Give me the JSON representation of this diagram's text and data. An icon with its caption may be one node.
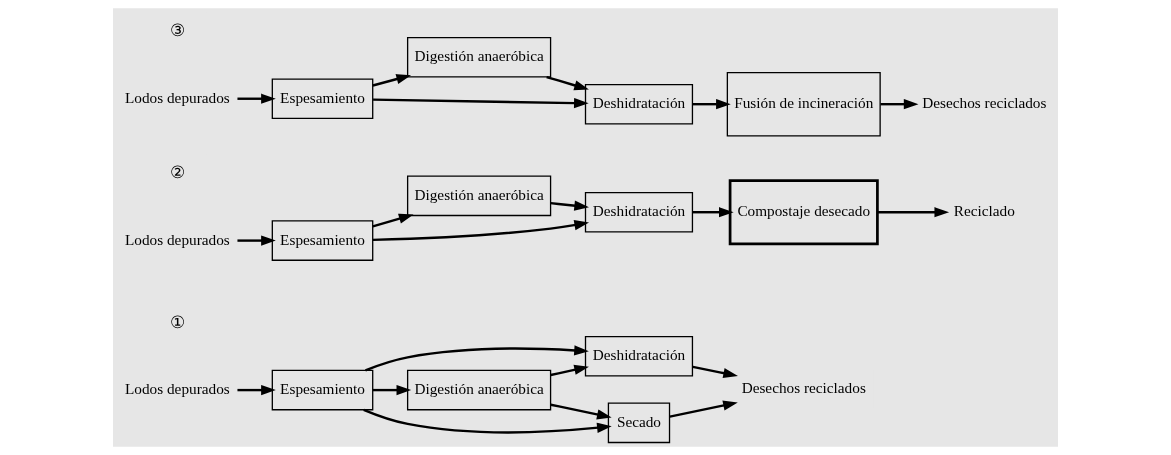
{
  "diagram": {
    "nodes": [
      {
        "text": [
          "Lodos depurados"
        ],
        "beside": [
          "①"
        ]
      },
      {
        "text": [
          "Espesamiento"
        ]
      },
      {
        "text": [
          "Digestión anaeróbica"
        ]
      },
      {
        "text": [
          "Deshidratación"
        ]
      },
      {
        "text": [
          "Secado"
        ]
      },
      {
        "text": [
          "Desechos reciclados"
        ]
      },
      {
        "text": [
          "Lodos depurados"
        ],
        "beside": [
          "②"
        ]
      },
      {
        "text": [
          "Espesamiento"
        ]
      },
      {
        "text": [
          "Digestión anaeróbica"
        ]
      },
      {
        "text": [
          "Deshidratación"
        ]
      },
      {
        "text": [
          "Compostaje desecado"
        ]
      },
      {
        "text": [
          "Reciclado"
        ]
      },
      {
        "text": [
          "Lodos depurados"
        ],
        "beside": [
          "③"
        ]
      },
      {
        "text": [
          "Espesamiento"
        ]
      },
      {
        "text": [
          "Digestión anaeróbica"
        ]
      },
      {
        "text": [
          "Deshidratación"
        ]
      },
      {
        "text": [
          "Fusión de incineración"
        ]
      },
      {
        "text": [
          "Desechos reciclados"
        ]
      }
    ],
    "edges": [
      {
        "from": 0,
        "to": 1,
        "arrow": "to"
      },
      {
        "from": 1,
        "to": 2,
        "arrow": "to"
      },
      {
        "from": 1,
        "to": 3,
        "arrow": "to"
      },
      {
        "from": 2,
        "to": 3,
        "arrow": "to"
      },
      {
        "from": 1,
        "to": 4,
        "arrow": "to"
      },
      {
        "from": 2,
        "to": 4,
        "arrow": "to"
      },
      {
        "from": 3,
        "to": 5,
        "arrow": "to"
      },
      {
        "from": 4,
        "to": 5,
        "arrow": "to"
      },
      {
        "from": 6,
        "to": 7,
        "arrow": "to"
      },
      {
        "from": 7,
        "to": 8,
        "arrow": "to"
      },
      {
        "from": 7,
        "to": 9,
        "arrow": "to"
      },
      {
        "from": 8,
        "to": 9,
        "arrow": "to"
      },
      {
        "from": 9,
        "to": 10,
        "arrow": "to"
      },
      {
        "from": 10,
        "to": 11,
        "arrow": "to"
      },
      {
        "from": 12,
        "to": 13,
        "arrow": "to"
      },
      {
        "from": 13,
        "to": 14,
        "arrow": "to"
      },
      {
        "from": 13,
        "to": 15,
        "arrow": "to"
      },
      {
        "from": 14,
        "to": 15,
        "arrow": "to"
      },
      {
        "from": 15,
        "to": 16,
        "arrow": "to"
      },
      {
        "from": 16,
        "to": 17,
        "arrow": "to"
      }
    ]
  }
}
